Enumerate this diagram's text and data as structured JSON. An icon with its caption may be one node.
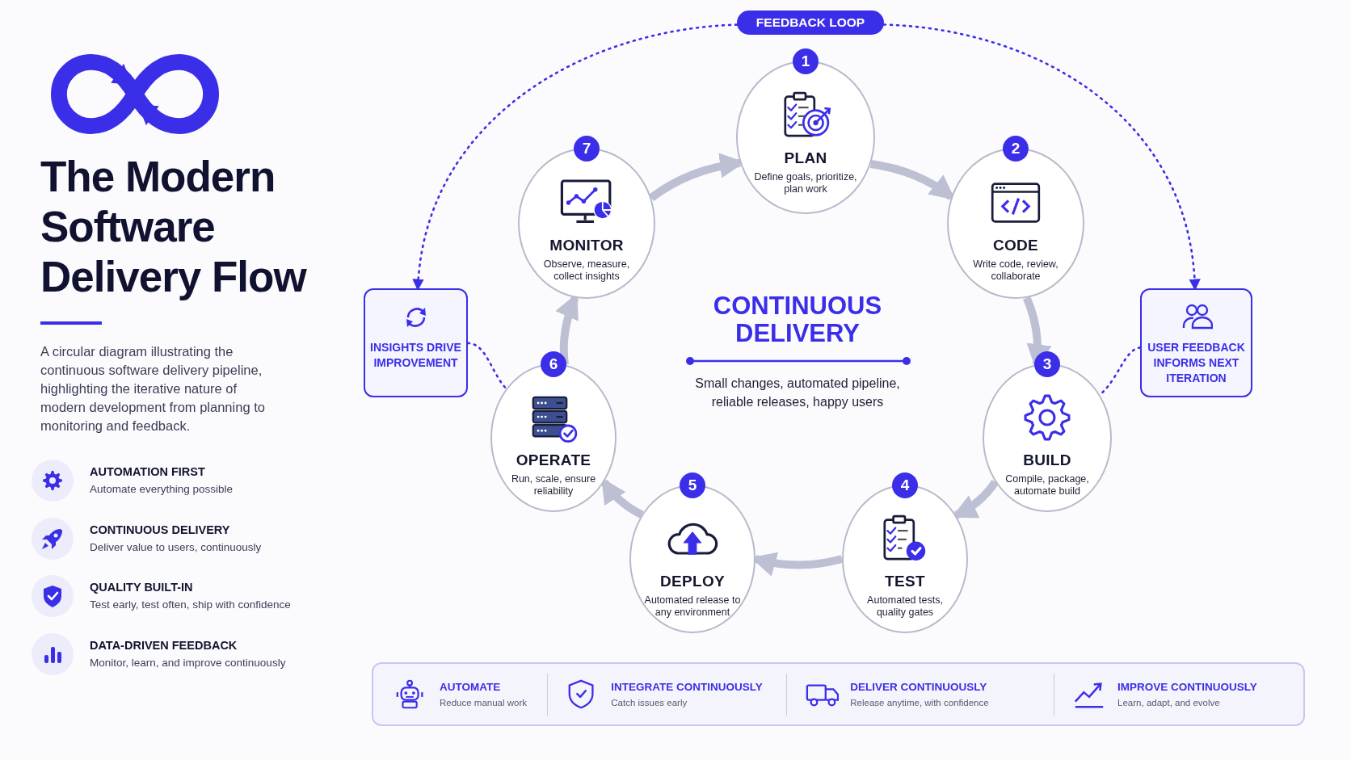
{
  "diagram": {
    "title": "The Modern Software Delivery Flow",
    "nodes": [
      {
        "text": [
          "FEEDBACK LOOP"
        ]
      },
      {
        "text": [
          "1",
          "PLAN",
          "Define goals, prioritize, plan work"
        ]
      },
      {
        "text": [
          "2",
          "CODE",
          "Write code, review, collaborate"
        ]
      },
      {
        "text": [
          "3",
          "BUILD",
          "Compile, package, automate build"
        ]
      },
      {
        "text": [
          "4",
          "TEST",
          "Automated tests, quality gates"
        ]
      },
      {
        "text": [
          "5",
          "DEPLOY",
          "Automated release to any environment"
        ]
      },
      {
        "text": [
          "6",
          "OPERATE",
          "Run, scale, ensure reliability"
        ]
      },
      {
        "text": [
          "7",
          "MONITOR",
          "Observe, measure, collect insights"
        ]
      },
      {
        "text": [
          "INSIGHTS DRIVE IMPROVEMENT"
        ]
      },
      {
        "text": [
          "USER FEEDBACK INFORMS NEXT ITERATION"
        ]
      },
      {
        "text": [
          "AUTOMATE",
          "Reduce manual work",
          "INTEGRATE CONTINUOUSLY",
          "Catch issues early",
          "DELIVER CONTINUOUSLY",
          "Release anytime, with confidence",
          "IMPROVE CONTINUOUSLY",
          "Learn, adapt, and evolve"
        ]
      }
    ],
    "edges": [
      {
        "from": 1,
        "to": 2,
        "arrow": "to"
      },
      {
        "from": 2,
        "to": 3,
        "arrow": "to"
      },
      {
        "from": 3,
        "to": 4,
        "arrow": "to"
      },
      {
        "from": 4,
        "to": 5,
        "arrow": "to"
      },
      {
        "from": 5,
        "to": 6,
        "arrow": "to"
      },
      {
        "from": 6,
        "to": 7,
        "arrow": "to"
      },
      {
        "from": 7,
        "to": 1,
        "arrow": "to"
      },
      {
        "from": 0,
        "to": 8,
        "arrow": "to",
        "style": "dashed",
        "color": "#3b2ee8"
      },
      {
        "from": 0,
        "to": 9,
        "arrow": "to",
        "style": "dashed",
        "color": "#3b2ee8"
      },
      {
        "from": 8,
        "to": 6,
        "arrow": "none",
        "style": "dashed",
        "color": "#3b2ee8"
      },
      {
        "from": 9,
        "to": 3,
        "arrow": "none",
        "style": "dashed",
        "color": "#3b2ee8"
      }
    ],
    "labels": [
      "CONTINUOUS DELIVERY",
      "Small changes, automated pipeline, reliable releases, happy users",
      "A circular diagram illustrating the continuous software delivery pipeline, highlighting the iterative nature of modern development from planning to monitoring and feedback.",
      "AUTOMATION FIRST",
      "Automate everything possible",
      "CONTINUOUS DELIVERY",
      "Deliver value to users, continuously",
      "QUALITY BUILT-IN",
      "Test early, test often, ship with confidence",
      "DATA-DRIVEN FEEDBACK",
      "Monitor, learn, and improve continuously"
    ]
  }
}
